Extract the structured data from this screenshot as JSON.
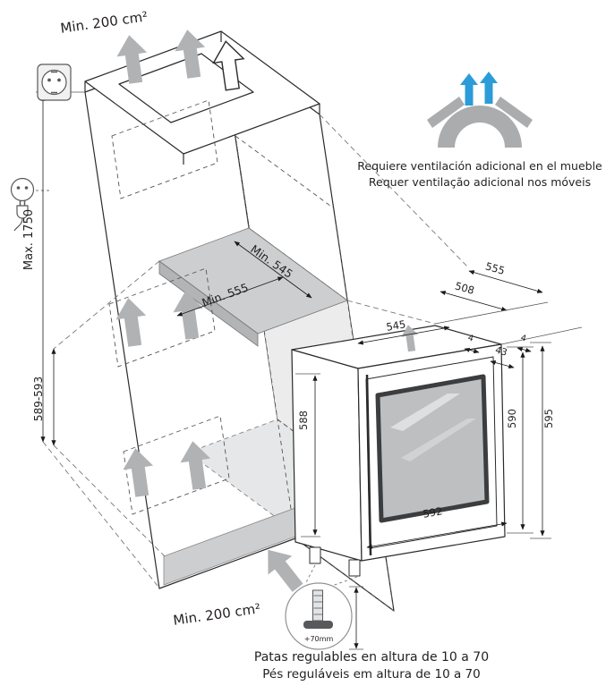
{
  "labels": {
    "top_vent_area": "Min. 200 cm²",
    "bottom_vent_area": "Min. 200 cm²",
    "max_socket_height": "Max. 1750",
    "niche_height": "589-593",
    "niche_depth_min": "Min. 555",
    "niche_width_min": "Min. 545"
  },
  "appliance_dims": {
    "top_width": "545",
    "body_depth": "508",
    "total_depth": "555",
    "front_gap": "4",
    "door_thickness": "43",
    "rear_gap": "4",
    "left_height": "588",
    "door_height": "590",
    "total_height": "595",
    "width": "592"
  },
  "ventilation_note": {
    "es": "Requiere ventilación adicional en el mueble",
    "pt": "Requer ventilação adicional nos móveis"
  },
  "feet_note": {
    "es": "Patas regulables en altura de 10 a 70",
    "pt": "Pés reguláveis em altura de 10 a 70"
  },
  "foot_detail_label": "+70mm",
  "colors": {
    "arrow_gray": "#b0b2b4",
    "vent_blue": "#2b9cd8",
    "panel_gray": "#cdced0",
    "panel_gray_dark": "#b2b4b6",
    "note_gray": "#8a8c8e",
    "line_dark": "#2b2b2b"
  }
}
